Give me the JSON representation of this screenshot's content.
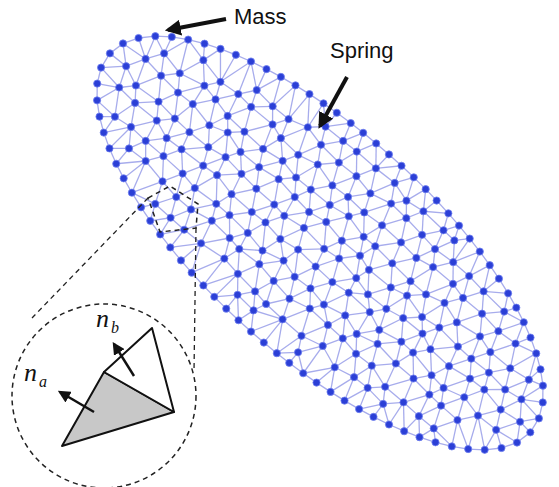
{
  "diagram": {
    "labels": [
      "Mass",
      "Spring",
      "n",
      "a",
      "n",
      "b"
    ]
  }
}
